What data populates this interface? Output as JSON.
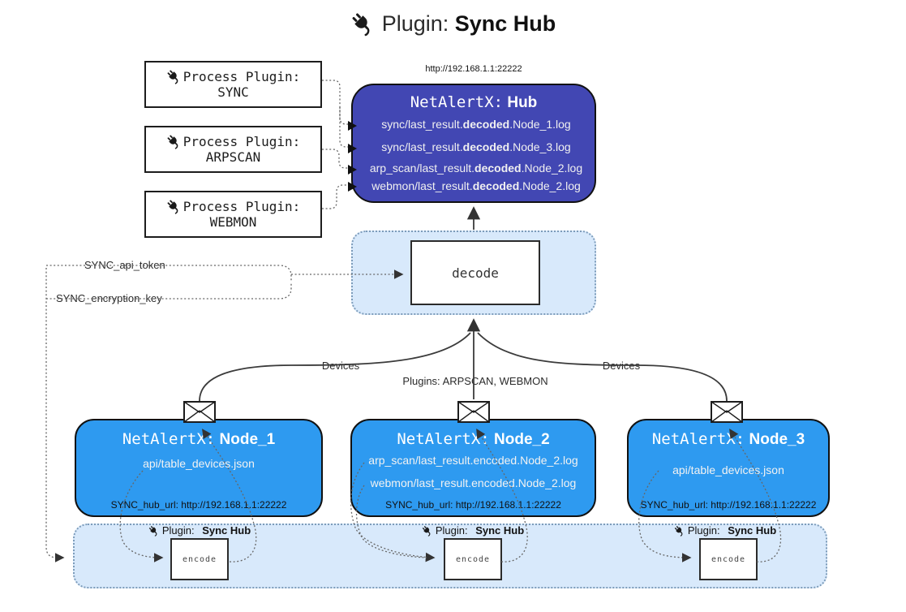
{
  "title": {
    "prefix": "Plugin:",
    "name": "Sync Hub"
  },
  "hub": {
    "url": "http://192.168.1.1:22222",
    "prefix": "NetAlertX:",
    "name": "Hub",
    "files": [
      {
        "pre": "sync/last_result.",
        "bold": "decoded",
        "post": ".Node_1.log"
      },
      {
        "pre": "sync/last_result.",
        "bold": "decoded",
        "post": ".Node_3.log"
      },
      {
        "pre": "arp_scan/last_result.",
        "bold": "decoded",
        "post": ".Node_2.log"
      },
      {
        "pre": "webmon/last_result.",
        "bold": "decoded",
        "post": ".Node_2.log"
      }
    ]
  },
  "process_plugins": [
    {
      "label": "Process Plugin:",
      "name": "SYNC"
    },
    {
      "label": "Process Plugin:",
      "name": "ARPSCAN"
    },
    {
      "label": "Process Plugin:",
      "name": "WEBMON"
    }
  ],
  "decode_label": "decode",
  "secrets": {
    "api_token": "SYNC_api_token",
    "encryption_key": "SYNC_encryption_key"
  },
  "edge_labels": {
    "devices_left": "Devices",
    "plugins": "Plugins: ARPSCAN, WEBMON",
    "devices_right": "Devices"
  },
  "nodes": [
    {
      "prefix": "NetAlertX:",
      "name": "Node_1",
      "files": [
        "api/table_devices.json"
      ],
      "hub_url": "SYNC_hub_url: http://192.168.1.1:22222"
    },
    {
      "prefix": "NetAlertX:",
      "name": "Node_2",
      "files": [
        "arp_scan/last_result.encoded.Node_2.log",
        "webmon/last_result.encoded.Node_2.log"
      ],
      "hub_url": "SYNC_hub_url: http://192.168.1.1:22222"
    },
    {
      "prefix": "NetAlertX:",
      "name": "Node_3",
      "files": [
        "api/table_devices.json"
      ],
      "hub_url": "SYNC_hub_url: http://192.168.1.1:22222"
    }
  ],
  "encoder": {
    "label_prefix": "Plugin:",
    "label_name": "Sync Hub",
    "box_label": "encode"
  },
  "colors": {
    "hub_fill": "#4247b3",
    "node_fill": "#2e9af0",
    "container_fill": "#d8e9fb",
    "container_border": "#7d9cba",
    "solid_line": "#333333",
    "dotted_line": "#666666",
    "light_text": "#f2f2f2"
  }
}
